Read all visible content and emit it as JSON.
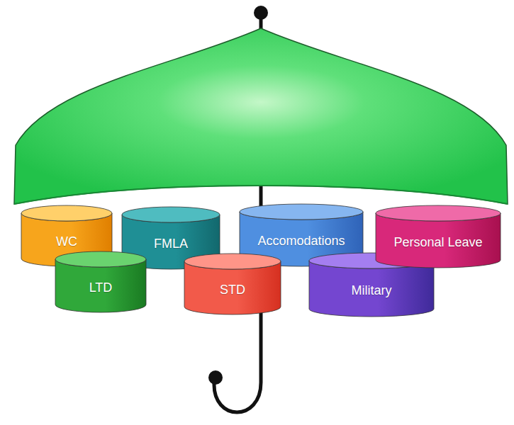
{
  "diagram": {
    "nodes": [
      {
        "text": [
          "WC"
        ]
      },
      {
        "text": [
          "FMLA"
        ]
      },
      {
        "text": [
          "Accomodations"
        ]
      },
      {
        "text": [
          "Personal Leave"
        ]
      },
      {
        "text": [
          "LTD"
        ]
      },
      {
        "text": [
          "STD"
        ]
      },
      {
        "text": [
          "Military"
        ]
      }
    ]
  }
}
